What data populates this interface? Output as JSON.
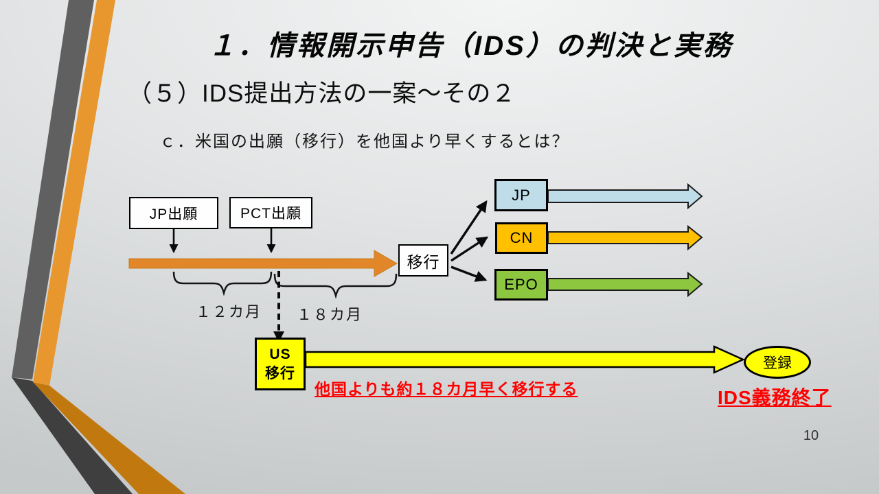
{
  "slide": {
    "title": "１．情報開示申告（IDS）の判決と実務",
    "subtitle": "（５）IDS提出方法の一案～その２",
    "section_heading": "ｃ．米国の出願（移行）を他国より早くするとは？",
    "page_number": "10"
  },
  "diagram": {
    "jp_filing": "JP出願",
    "pct_filing": "PCT出願",
    "transition": "移行",
    "span_12_months": "１２カ月",
    "span_18_months": "１８カ月",
    "us_line1": "US",
    "us_line2": "移行",
    "jp": "JP",
    "cn": "CN",
    "epo": "EPO",
    "registration": "登録",
    "note_transition": "他国よりも約１８カ月早く移行する",
    "note_ids_done": "IDS義務終了"
  },
  "colors": {
    "timeline_orange": "#E1872A",
    "jp_blue": "#BFDCE9",
    "cn_orange": "#FFC000",
    "epo_green": "#8DC63F",
    "highlight_yellow": "#FFFF00",
    "note_red": "#FF0000",
    "band_gray": "#606060",
    "band_gray_dark": "#3F3F3F",
    "band_orange": "#E8962E",
    "band_orange_dark": "#C1790F"
  }
}
